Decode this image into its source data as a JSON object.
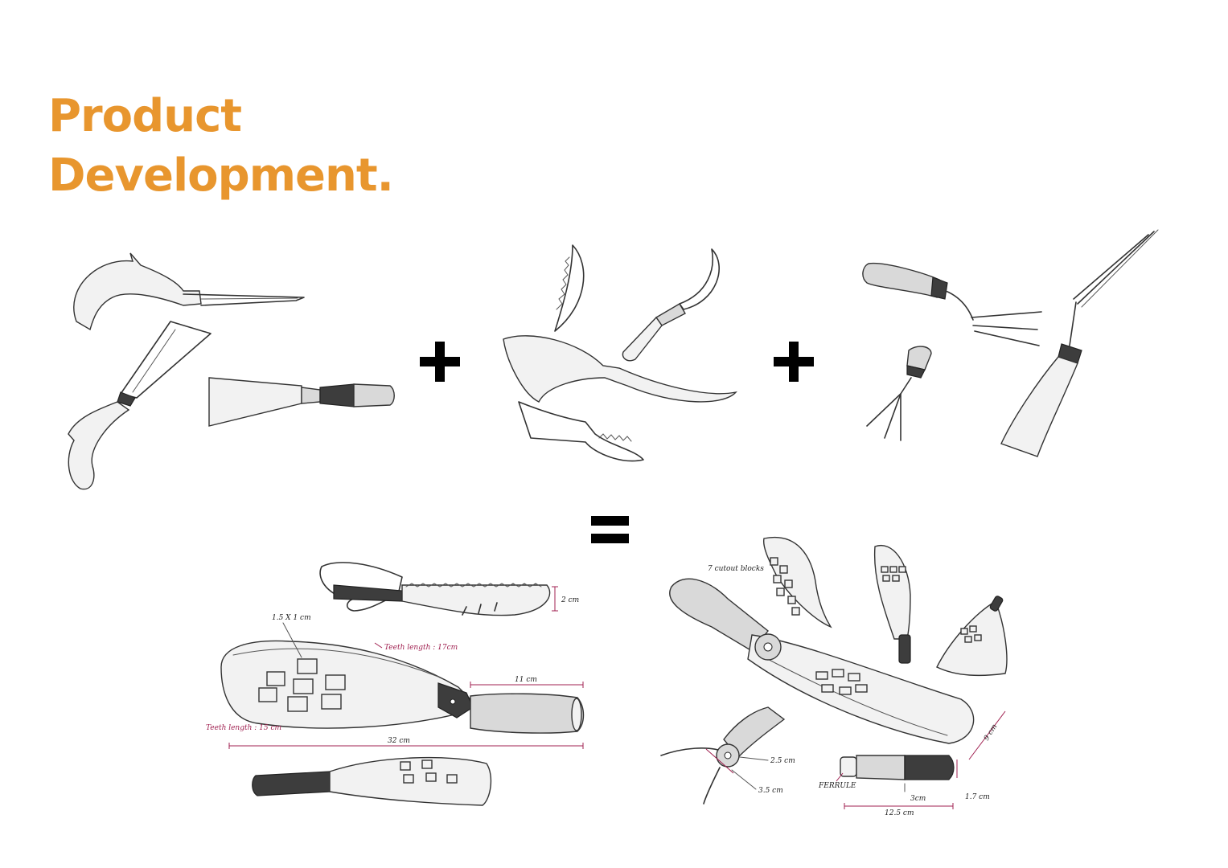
{
  "title": {
    "line1": "Product",
    "line2": "Development.",
    "color": "#e8962e"
  },
  "operators": {
    "plus": "+",
    "equals": "="
  },
  "sketch_left": {
    "label_hole": "1.5 X 1 cm",
    "label_teeth_top": "Teeth length : 17cm",
    "label_teeth_bottom": "Teeth length : 15 cm",
    "label_handle": "11 cm",
    "label_total": "32 cm",
    "label_height": "2 cm"
  },
  "sketch_right": {
    "label_blocks": "7 cutout blocks",
    "label_pivot_a": "2.5 cm",
    "label_pivot_b": "3.5 cm",
    "label_ferrule": "FERRULE",
    "label_handle_dia": "3cm",
    "label_handle_len": "12.5 cm",
    "label_handle_end": "1.7 cm",
    "label_width": "9 cm"
  },
  "icons": [
    "pruning-knife-icon",
    "machete-icon",
    "scraper-icon",
    "saw-blade-icon",
    "sickle-icon",
    "hand-fork-icon",
    "weeder-icon"
  ]
}
